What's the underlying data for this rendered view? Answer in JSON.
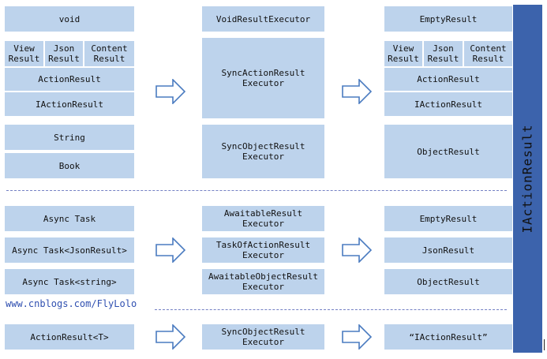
{
  "colors": {
    "box_fill": "#bdd3ec",
    "sidebar_fill": "#3c63ac",
    "dash_color": "#7480c4",
    "watermark_color": "#2f4fb0"
  },
  "sidebar": {
    "label": "IActionResult"
  },
  "watermark": "www.cnblogs.com/FlyLolo",
  "left_column": {
    "void": "void",
    "view_result": "View\nResult",
    "json_result": "Json\nResult",
    "content_result": "Content\nResult",
    "action_result": "ActionResult",
    "iaction_result": "IActionResult",
    "string": "String",
    "book": "Book",
    "async_task": "Async Task",
    "async_task_json": "Async Task<JsonResult>",
    "async_task_string": "Async Task<string>",
    "action_result_t": "ActionResult<T>"
  },
  "middle_column": {
    "void_executor": "VoidResultExecutor",
    "sync_action_executor": "SyncActionResult\nExecutor",
    "sync_object_executor": "SyncObjectResult\nExecutor",
    "awaitable_executor": "AwaitableResult\nExecutor",
    "task_of_action_executor": "TaskOfActionResult\nExecutor",
    "awaitable_object_executor": "AwaitableObjectResult\nExecutor",
    "sync_object_executor_2": "SyncObjectResult\nExecutor"
  },
  "right_column": {
    "empty_result": "EmptyResult",
    "view_result": "View\nResult",
    "json_result": "Json\nResult",
    "content_result": "Content\nResult",
    "action_result": "ActionResult",
    "iaction_result": "IActionResult",
    "object_result": "ObjectResult",
    "empty_result_2": "EmptyResult",
    "json_result_2": "JsonResult",
    "object_result_2": "ObjectResult",
    "quoted_iaction_result": "“IActionResult”"
  }
}
